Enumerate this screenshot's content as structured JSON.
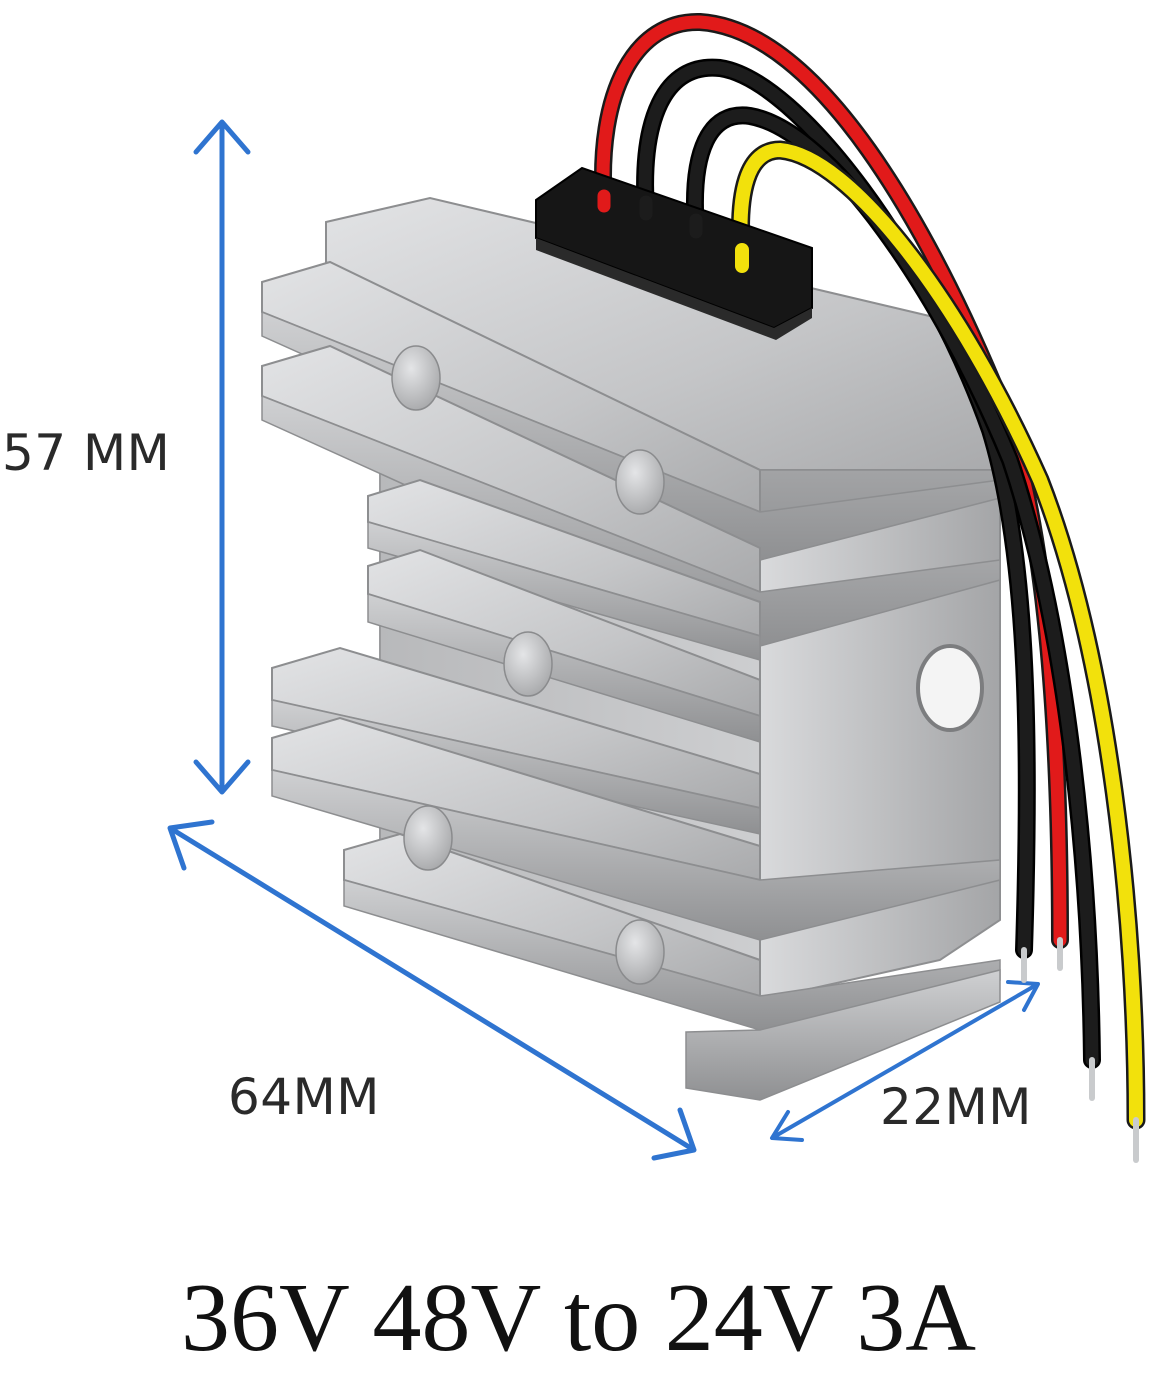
{
  "product": {
    "caption": "36V 48V to 24V 3A",
    "description": "DC-DC step-down converter module with finned aluminium heatsink and four wire leads"
  },
  "dimensions": {
    "height": "57 MM",
    "length": "64MM",
    "depth": "22MM"
  },
  "wires": {
    "colors": [
      "#e11a1a",
      "#1c1c1c",
      "#1c1c1c",
      "#f2e10c"
    ]
  },
  "colors": {
    "dimension_arrow": "#2f74d0",
    "heatsink": "#b9babc",
    "connector": "#161616"
  }
}
